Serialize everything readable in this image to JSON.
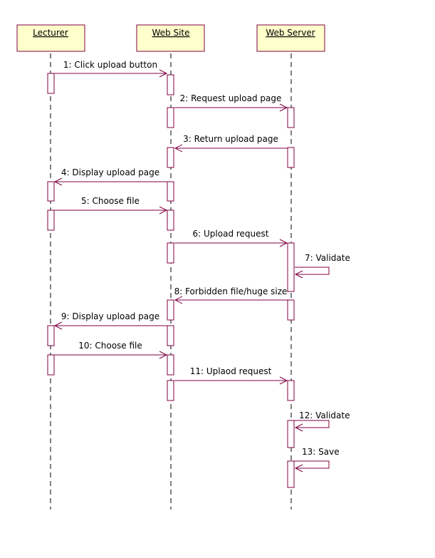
{
  "colors": {
    "line": "#800040",
    "actor_fill": "#ffffcc",
    "actor_border": "#800040",
    "lifeline": "#000000",
    "text": "#000000"
  },
  "lifelines": [
    {
      "id": "lecturer",
      "name": "Lecturer"
    },
    {
      "id": "website",
      "name": "Web Site"
    },
    {
      "id": "webserver",
      "name": "Web Server"
    }
  ],
  "messages": [
    {
      "label": "1: Click upload button",
      "from": "lecturer",
      "to": "website"
    },
    {
      "label": "2: Request upload page",
      "from": "website",
      "to": "webserver"
    },
    {
      "label": "3: Return upload page",
      "from": "webserver",
      "to": "website"
    },
    {
      "label": "4: Display upload page",
      "from": "website",
      "to": "lecturer"
    },
    {
      "label": "5: Choose file",
      "from": "lecturer",
      "to": "website"
    },
    {
      "label": "6: Upload request",
      "from": "website",
      "to": "webserver"
    },
    {
      "label": "7: Validate",
      "from": "webserver",
      "to": "webserver"
    },
    {
      "label": "8: Forbidden file/huge size",
      "from": "webserver",
      "to": "website"
    },
    {
      "label": "9: Display upload page",
      "from": "website",
      "to": "lecturer"
    },
    {
      "label": "10: Choose file",
      "from": "lecturer",
      "to": "website"
    },
    {
      "label": "11: Uplaod request",
      "from": "website",
      "to": "webserver"
    },
    {
      "label": "12: Validate",
      "from": "webserver",
      "to": "webserver"
    },
    {
      "label": "13: Save",
      "from": "webserver",
      "to": "webserver"
    }
  ]
}
